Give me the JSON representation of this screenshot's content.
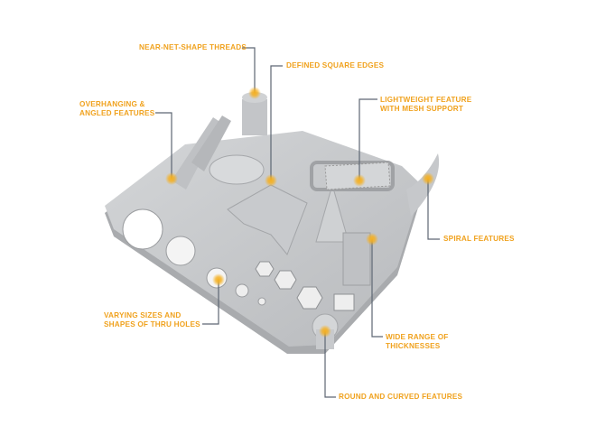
{
  "colors": {
    "label": "#f0a21e",
    "leader": "#5d6673",
    "part": "#c9cbcd",
    "marker": "#f5b021"
  },
  "callouts": [
    {
      "id": "threads",
      "lines": [
        "NEAR-NET-SHAPE THREADS"
      ]
    },
    {
      "id": "square-edges",
      "lines": [
        "DEFINED SQUARE EDGES"
      ]
    },
    {
      "id": "overhanging",
      "lines": [
        "OVERHANGING &",
        "ANGLED FEATURES"
      ]
    },
    {
      "id": "lightweight",
      "lines": [
        "LIGHTWEIGHT FEATURE",
        "WITH MESH SUPPORT"
      ]
    },
    {
      "id": "spiral",
      "lines": [
        "SPIRAL FEATURES"
      ]
    },
    {
      "id": "thru-holes",
      "lines": [
        "VARYING SIZES AND",
        "SHAPES OF THRU HOLES"
      ]
    },
    {
      "id": "thicknesses",
      "lines": [
        "WIDE RANGE OF",
        "THICKNESSES"
      ]
    },
    {
      "id": "round",
      "lines": [
        "ROUND AND CURVED FEATURES"
      ]
    }
  ]
}
